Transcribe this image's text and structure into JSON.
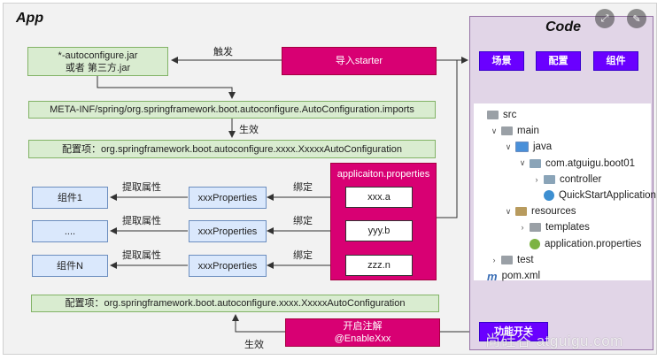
{
  "app": {
    "title": "App"
  },
  "code": {
    "title": "Code",
    "buttons": [
      "场景",
      "配置",
      "组件"
    ],
    "tree": [
      {
        "label": "src",
        "depth": 0,
        "chevron": "",
        "icon": "gray"
      },
      {
        "label": "main",
        "depth": 1,
        "chevron": "∨",
        "icon": "gray"
      },
      {
        "label": "java",
        "depth": 2,
        "chevron": "∨",
        "icon": "blue"
      },
      {
        "label": "com.atguigu.boot01",
        "depth": 3,
        "chevron": "∨",
        "icon": "teal"
      },
      {
        "label": "controller",
        "depth": 4,
        "chevron": "›",
        "icon": "teal"
      },
      {
        "label": "QuickStartApplication",
        "depth": 4,
        "chevron": "",
        "icon": "app"
      },
      {
        "label": "resources",
        "depth": 2,
        "chevron": "∨",
        "icon": "res"
      },
      {
        "label": "templates",
        "depth": 3,
        "chevron": "›",
        "icon": "gray"
      },
      {
        "label": "application.properties",
        "depth": 3,
        "chevron": "",
        "icon": "props"
      },
      {
        "label": "test",
        "depth": 1,
        "chevron": "›",
        "icon": "gray"
      },
      {
        "label": "pom.xml",
        "depth": 0,
        "chevron": "",
        "icon": "maven"
      }
    ]
  },
  "nodes": {
    "autoconfigure_jar": "*-autoconfigure.jar\n或者 第三方.jar",
    "import_starter": "导入starter",
    "imports_file": "META-INF/spring/org.springframework.boot.autoconfigure.AutoConfiguration.imports",
    "config_top": "配置项：org.springframework.boot.autoconfigure.xxxx.XxxxxAutoConfiguration",
    "config_bottom": "配置项：org.springframework.boot.autoconfigure.xxxx.XxxxxAutoConfiguration",
    "app_properties": "applicaiton.properties",
    "components": [
      "组件1",
      "....",
      "组件N"
    ],
    "xxx_properties": [
      "xxxProperties",
      "xxxProperties",
      "xxxProperties"
    ],
    "prop_keys": [
      "xxx.a",
      "yyy.b",
      "zzz.n"
    ],
    "enable_annotation": "开启注解\n@EnableXxx",
    "feature_switch": "功能开关"
  },
  "edge_labels": {
    "trigger": "触发",
    "take_effect_top": "生效",
    "extract": [
      "提取属性",
      "提取属性",
      "提取属性"
    ],
    "bind": [
      "绑定",
      "绑定",
      "绑定"
    ],
    "take_effect_bottom": "生效"
  },
  "watermark": "尚硅谷 atguigu.com",
  "colors": {
    "magenta": "#d80073",
    "purple": "#6a00ff",
    "green": "#d9ecd0",
    "blue": "#dae8fc",
    "code_bg": "#e1d5e7"
  }
}
